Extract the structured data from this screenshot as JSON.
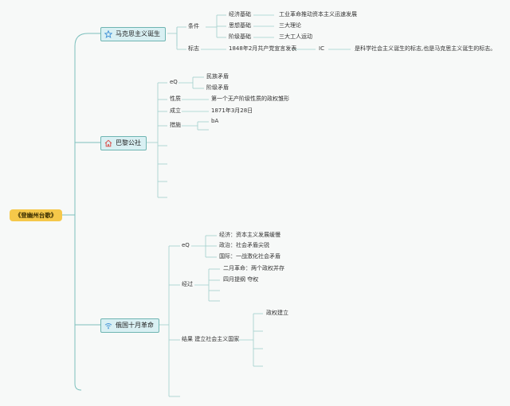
{
  "root": {
    "label": "《登幽州台歌》"
  },
  "branches": {
    "marx": {
      "label": "马克思主义诞生",
      "icon": "star-icon",
      "conditions": {
        "label": "条件",
        "items": [
          {
            "label": "经济基础",
            "detail": "工业革命推动资本主义迅速发展"
          },
          {
            "label": "思想基础",
            "detail": "三大理论"
          },
          {
            "label": "阶级基础",
            "detail": "三大工人运动"
          }
        ]
      },
      "sign": {
        "label": "标志",
        "event": "1848年2月共产党宣言发表",
        "tag": "IC",
        "meaning": "是科学社会主义诞生的标志,也是马克思主义诞生的标志。"
      }
    },
    "paris": {
      "label": "巴黎公社",
      "icon": "house-icon",
      "eq": {
        "label": "eQ",
        "items": [
          "民族矛盾",
          "阶级矛盾"
        ]
      },
      "nature": {
        "label": "性质",
        "value": "第一个无产阶级性质的政权雏形"
      },
      "founded": {
        "label": "成立",
        "value": "1871年3月28日"
      },
      "measures": {
        "label": "措施",
        "value": "bA"
      }
    },
    "russia": {
      "label": "俄国十月革命",
      "icon": "wifi-icon",
      "eq": {
        "label": "eQ",
        "items": [
          "经济：资本主义发展缓慢",
          "政治：社会矛盾尖锐",
          "国际：一战激化社会矛盾"
        ]
      },
      "process": {
        "label": "经过",
        "items": [
          "二月革命：两个政权并存",
          "四月提纲 夺权"
        ]
      },
      "result": {
        "label": "结果 建立社会主义国家",
        "items": [
          "政权建立"
        ]
      }
    }
  },
  "colors": {
    "line": "#7cc0bd",
    "root": "#f5c84a",
    "branch_fill": "#d9f0f3",
    "branch_border": "#6fb5b2"
  }
}
